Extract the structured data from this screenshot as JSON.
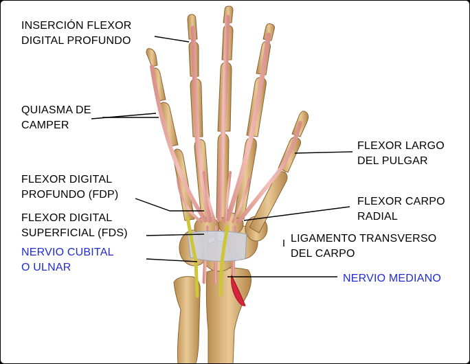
{
  "colors": {
    "background": "#ffffff",
    "label_text": "#000000",
    "nerve_label_text": "#1f2ad6",
    "bone": "#d8b27a",
    "tendon": "#e8a7a0",
    "nerve": "#d6cf40",
    "ligament": "#c9cdd6"
  },
  "labels": {
    "insercion": {
      "line1": "INSERCIÓN FLEXOR",
      "line2": "DIGITAL PROFUNDO"
    },
    "quiasma": {
      "line1": "QUIASMA DE",
      "line2": "CAMPER"
    },
    "fdp": {
      "line1": "FLEXOR DIGITAL",
      "line2": "PROFUNDO (FDP)"
    },
    "fds": {
      "line1": "FLEXOR DIGITAL",
      "line2": "SUPERFICIAL (FDS)"
    },
    "cubital": {
      "line1": "NERVIO CUBITAL",
      "line2": "O ULNAR"
    },
    "flexor_largo": {
      "line1": "FLEXOR LARGO",
      "line2": "DEL PULGAR"
    },
    "flexor_carpo": {
      "line1": "FLEXOR CARPO",
      "line2": "RADIAL"
    },
    "ligamento": {
      "line1": "LIGAMENTO TRANSVERSO",
      "line2": "DEL CARPO"
    },
    "mediano": {
      "line1": "NERVIO MEDIANO"
    }
  }
}
